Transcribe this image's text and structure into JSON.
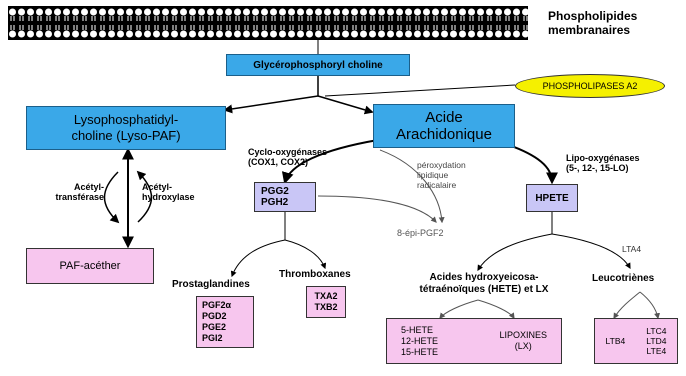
{
  "membrane_label_line1": "Phospholipides",
  "membrane_label_line2": "membranaires",
  "glycero": "Glycérophosphoryl choline",
  "phospholipase": "PHOSPHOLIPASES A2",
  "lyso_line1": "Lysophosphatidyl-",
  "lyso_line2": "choline (Lyso-PAF)",
  "acide_line1": "Acide",
  "acide_line2": "Arachidonique",
  "acetyl_transferase_line1": "Acétyl-",
  "acetyl_transferase_line2": "transférase",
  "acetyl_hydroxylase_line1": "Acétyl-",
  "acetyl_hydroxylase_line2": "hydroxylase",
  "paf": "PAF-acéther",
  "cox_line1": "Cyclo-oxygénases",
  "cox_line2": "(COX1, COX2)",
  "pgg2": "PGG2",
  "pgh2": "PGH2",
  "perox_line1": "péroxydation",
  "perox_line2": "lipidique",
  "perox_line3": "radicalaire",
  "epi_pgf2": "8-épi-PGF2",
  "lipo_line1": "Lipo-oxygénases",
  "lipo_line2": "(5-, 12-, 15-LO)",
  "hpete": "HPETE",
  "lta4": "LTA4",
  "prostaglandines": "Prostaglandines",
  "pg_list": [
    "PGF2α",
    "PGD2",
    "PGE2",
    "PGI2"
  ],
  "thromboxanes": "Thromboxanes",
  "tx_list": [
    "TXA2",
    "TXB2"
  ],
  "hete_line1": "Acides hydroxyeicosa-",
  "hete_line2": "tétraénoïques (HETE) et LX",
  "hete_list": [
    "5-HETE",
    "12-HETE",
    "15-HETE"
  ],
  "lipoxines_line1": "LIPOXINES",
  "lipoxines_line2": "(LX)",
  "leucotrienes": "Leucotriènes",
  "ltb4": "LTB4",
  "ltc_list": [
    "LTC4",
    "LTD4",
    "LTE4"
  ],
  "colors": {
    "blue": "#3aa8e8",
    "pink": "#f7c6ee",
    "lavender": "#c9c6f6",
    "yellow": "#f5f000"
  }
}
